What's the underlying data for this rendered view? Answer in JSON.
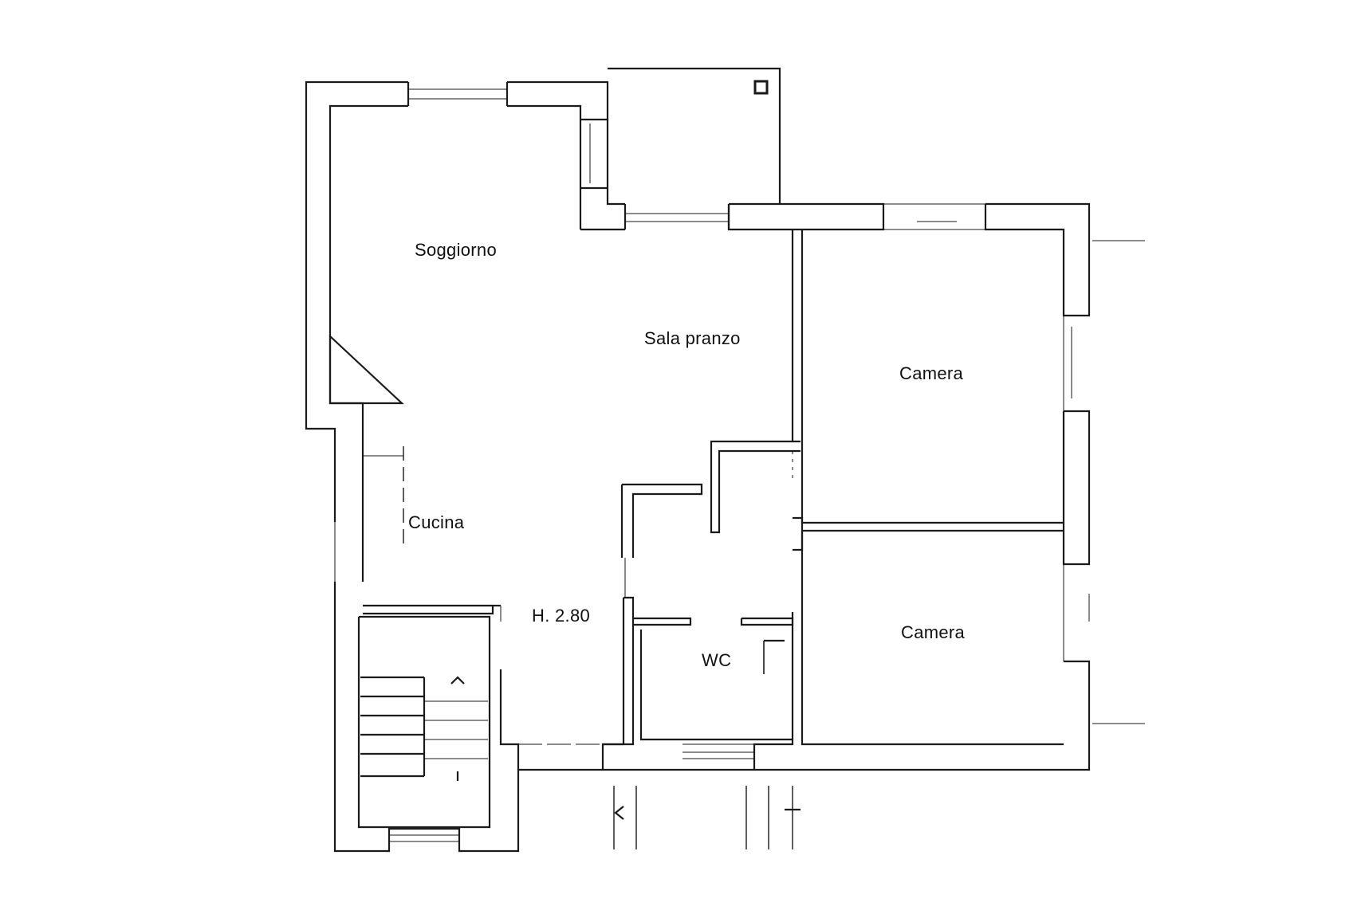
{
  "rooms": {
    "soggiorno": "Soggiorno",
    "sala_pranzo": "Sala pranzo",
    "camera_1": "Camera",
    "camera_2": "Camera",
    "cucina": "Cucina",
    "wc": "WC"
  },
  "ceiling_height": "H. 2.80",
  "colors": {
    "line": "#1a1a1a",
    "background": "#ffffff"
  }
}
